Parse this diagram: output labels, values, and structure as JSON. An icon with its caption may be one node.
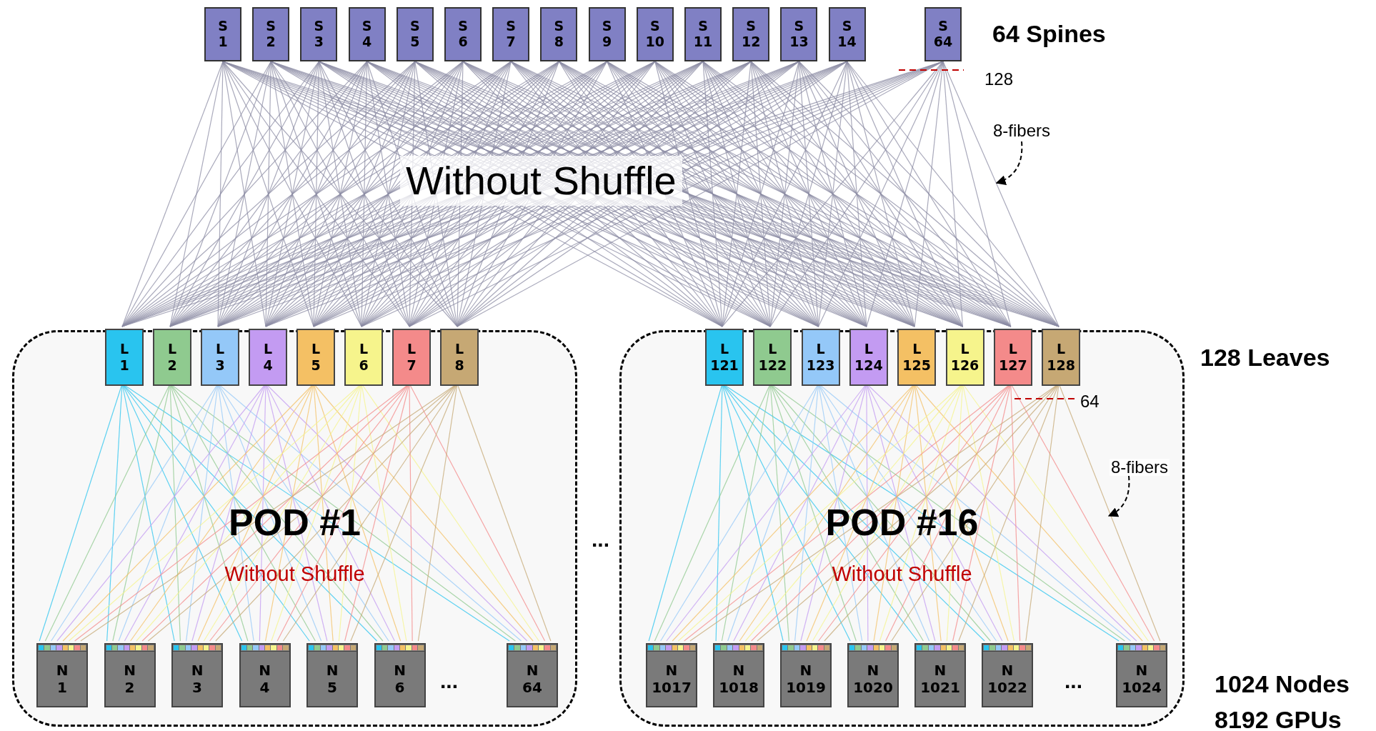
{
  "diagram": {
    "nodes": [
      {
        "text": [
          "S",
          "1"
        ]
      },
      {
        "text": [
          "S",
          "2"
        ]
      },
      {
        "text": [
          "S",
          "3"
        ]
      },
      {
        "text": [
          "S",
          "4"
        ]
      },
      {
        "text": [
          "S",
          "5"
        ]
      },
      {
        "text": [
          "S",
          "6"
        ]
      },
      {
        "text": [
          "S",
          "7"
        ]
      },
      {
        "text": [
          "S",
          "8"
        ]
      },
      {
        "text": [
          "S",
          "9"
        ]
      },
      {
        "text": [
          "S",
          "10"
        ]
      },
      {
        "text": [
          "S",
          "11"
        ]
      },
      {
        "text": [
          "S",
          "12"
        ]
      },
      {
        "text": [
          "S",
          "13"
        ]
      },
      {
        "text": [
          "S",
          "14"
        ]
      },
      {
        "text": [
          "S",
          "64"
        ]
      },
      {
        "text": [
          "POD #1",
          "Without Shuffle"
        ]
      },
      {
        "text": [
          "L",
          "1"
        ],
        "in": 15
      },
      {
        "text": [
          "L",
          "2"
        ],
        "in": 15
      },
      {
        "text": [
          "L",
          "3"
        ],
        "in": 15
      },
      {
        "text": [
          "L",
          "4"
        ],
        "in": 15
      },
      {
        "text": [
          "L",
          "5"
        ],
        "in": 15
      },
      {
        "text": [
          "L",
          "6"
        ],
        "in": 15
      },
      {
        "text": [
          "L",
          "7"
        ],
        "in": 15
      },
      {
        "text": [
          "L",
          "8"
        ],
        "in": 15
      },
      {
        "text": [
          "N",
          "1"
        ],
        "in": 15
      },
      {
        "text": [
          "N",
          "2"
        ],
        "in": 15
      },
      {
        "text": [
          "N",
          "3"
        ],
        "in": 15
      },
      {
        "text": [
          "N",
          "4"
        ],
        "in": 15
      },
      {
        "text": [
          "N",
          "5"
        ],
        "in": 15
      },
      {
        "text": [
          "N",
          "6"
        ],
        "in": 15
      },
      {
        "text": [
          "N",
          "64"
        ],
        "in": 15
      },
      {
        "text": [
          "POD #16",
          "Without Shuffle"
        ]
      },
      {
        "text": [
          "L",
          "121"
        ],
        "in": 31
      },
      {
        "text": [
          "L",
          "122"
        ],
        "in": 31
      },
      {
        "text": [
          "L",
          "123"
        ],
        "in": 31
      },
      {
        "text": [
          "L",
          "124"
        ],
        "in": 31
      },
      {
        "text": [
          "L",
          "125"
        ],
        "in": 31
      },
      {
        "text": [
          "L",
          "126"
        ],
        "in": 31
      },
      {
        "text": [
          "L",
          "127"
        ],
        "in": 31
      },
      {
        "text": [
          "L",
          "128"
        ],
        "in": 31
      },
      {
        "text": [
          "N",
          "1017"
        ],
        "in": 31
      },
      {
        "text": [
          "N",
          "1018"
        ],
        "in": 31
      },
      {
        "text": [
          "N",
          "1019"
        ],
        "in": 31
      },
      {
        "text": [
          "N",
          "1020"
        ],
        "in": 31
      },
      {
        "text": [
          "N",
          "1021"
        ],
        "in": 31
      },
      {
        "text": [
          "N",
          "1022"
        ],
        "in": 31
      },
      {
        "text": [
          "N",
          "1024"
        ],
        "in": 31
      },
      {
        "text": [
          "8-fibers"
        ]
      },
      {
        "text": [
          "8-fibers"
        ],
        "in": 31
      }
    ],
    "edges": [
      {
        "from": 0,
        "to": 16,
        "arrow": "none"
      },
      {
        "from": 0,
        "to": 17,
        "arrow": "none"
      },
      {
        "from": 0,
        "to": 18,
        "arrow": "none"
      },
      {
        "from": 0,
        "to": 19,
        "arrow": "none"
      },
      {
        "from": 0,
        "to": 20,
        "arrow": "none"
      },
      {
        "from": 0,
        "to": 21,
        "arrow": "none"
      },
      {
        "from": 0,
        "to": 22,
        "arrow": "none"
      },
      {
        "from": 0,
        "to": 23,
        "arrow": "none"
      },
      {
        "from": 0,
        "to": 32,
        "arrow": "none"
      },
      {
        "from": 0,
        "to": 33,
        "arrow": "none"
      },
      {
        "from": 0,
        "to": 34,
        "arrow": "none"
      },
      {
        "from": 0,
        "to": 35,
        "arrow": "none"
      },
      {
        "from": 0,
        "to": 36,
        "arrow": "none"
      },
      {
        "from": 0,
        "to": 37,
        "arrow": "none"
      },
      {
        "from": 0,
        "to": 38,
        "arrow": "none"
      },
      {
        "from": 0,
        "to": 39,
        "arrow": "none"
      },
      {
        "from": 1,
        "to": 16,
        "arrow": "none"
      },
      {
        "from": 1,
        "to": 17,
        "arrow": "none"
      },
      {
        "from": 1,
        "to": 18,
        "arrow": "none"
      },
      {
        "from": 1,
        "to": 19,
        "arrow": "none"
      },
      {
        "from": 1,
        "to": 20,
        "arrow": "none"
      },
      {
        "from": 1,
        "to": 21,
        "arrow": "none"
      },
      {
        "from": 1,
        "to": 22,
        "arrow": "none"
      },
      {
        "from": 1,
        "to": 23,
        "arrow": "none"
      },
      {
        "from": 1,
        "to": 32,
        "arrow": "none"
      },
      {
        "from": 1,
        "to": 33,
        "arrow": "none"
      },
      {
        "from": 1,
        "to": 34,
        "arrow": "none"
      },
      {
        "from": 1,
        "to": 35,
        "arrow": "none"
      },
      {
        "from": 1,
        "to": 36,
        "arrow": "none"
      },
      {
        "from": 1,
        "to": 37,
        "arrow": "none"
      },
      {
        "from": 1,
        "to": 38,
        "arrow": "none"
      },
      {
        "from": 1,
        "to": 39,
        "arrow": "none"
      },
      {
        "from": 2,
        "to": 16,
        "arrow": "none"
      },
      {
        "from": 2,
        "to": 17,
        "arrow": "none"
      },
      {
        "from": 2,
        "to": 18,
        "arrow": "none"
      },
      {
        "from": 2,
        "to": 19,
        "arrow": "none"
      },
      {
        "from": 2,
        "to": 20,
        "arrow": "none"
      },
      {
        "from": 2,
        "to": 21,
        "arrow": "none"
      },
      {
        "from": 2,
        "to": 22,
        "arrow": "none"
      },
      {
        "from": 2,
        "to": 23,
        "arrow": "none"
      },
      {
        "from": 2,
        "to": 32,
        "arrow": "none"
      },
      {
        "from": 2,
        "to": 33,
        "arrow": "none"
      },
      {
        "from": 2,
        "to": 34,
        "arrow": "none"
      },
      {
        "from": 2,
        "to": 35,
        "arrow": "none"
      },
      {
        "from": 2,
        "to": 36,
        "arrow": "none"
      },
      {
        "from": 2,
        "to": 37,
        "arrow": "none"
      },
      {
        "from": 2,
        "to": 38,
        "arrow": "none"
      },
      {
        "from": 2,
        "to": 39,
        "arrow": "none"
      },
      {
        "from": 3,
        "to": 16,
        "arrow": "none"
      },
      {
        "from": 3,
        "to": 17,
        "arrow": "none"
      },
      {
        "from": 3,
        "to": 18,
        "arrow": "none"
      },
      {
        "from": 3,
        "to": 19,
        "arrow": "none"
      },
      {
        "from": 3,
        "to": 20,
        "arrow": "none"
      },
      {
        "from": 3,
        "to": 21,
        "arrow": "none"
      },
      {
        "from": 3,
        "to": 22,
        "arrow": "none"
      },
      {
        "from": 3,
        "to": 23,
        "arrow": "none"
      },
      {
        "from": 3,
        "to": 32,
        "arrow": "none"
      },
      {
        "from": 3,
        "to": 33,
        "arrow": "none"
      },
      {
        "from": 3,
        "to": 34,
        "arrow": "none"
      },
      {
        "from": 3,
        "to": 35,
        "arrow": "none"
      },
      {
        "from": 3,
        "to": 36,
        "arrow": "none"
      },
      {
        "from": 3,
        "to": 37,
        "arrow": "none"
      },
      {
        "from": 3,
        "to": 38,
        "arrow": "none"
      },
      {
        "from": 3,
        "to": 39,
        "arrow": "none"
      },
      {
        "from": 4,
        "to": 16,
        "arrow": "none"
      },
      {
        "from": 4,
        "to": 17,
        "arrow": "none"
      },
      {
        "from": 4,
        "to": 18,
        "arrow": "none"
      },
      {
        "from": 4,
        "to": 19,
        "arrow": "none"
      },
      {
        "from": 4,
        "to": 20,
        "arrow": "none"
      },
      {
        "from": 4,
        "to": 21,
        "arrow": "none"
      },
      {
        "from": 4,
        "to": 22,
        "arrow": "none"
      },
      {
        "from": 4,
        "to": 23,
        "arrow": "none"
      },
      {
        "from": 4,
        "to": 32,
        "arrow": "none"
      },
      {
        "from": 4,
        "to": 33,
        "arrow": "none"
      },
      {
        "from": 4,
        "to": 34,
        "arrow": "none"
      },
      {
        "from": 4,
        "to": 35,
        "arrow": "none"
      },
      {
        "from": 4,
        "to": 36,
        "arrow": "none"
      },
      {
        "from": 4,
        "to": 37,
        "arrow": "none"
      },
      {
        "from": 4,
        "to": 38,
        "arrow": "none"
      },
      {
        "from": 4,
        "to": 39,
        "arrow": "none"
      },
      {
        "from": 5,
        "to": 16,
        "arrow": "none"
      },
      {
        "from": 5,
        "to": 17,
        "arrow": "none"
      },
      {
        "from": 5,
        "to": 18,
        "arrow": "none"
      },
      {
        "from": 5,
        "to": 19,
        "arrow": "none"
      },
      {
        "from": 5,
        "to": 20,
        "arrow": "none"
      },
      {
        "from": 5,
        "to": 21,
        "arrow": "none"
      },
      {
        "from": 5,
        "to": 22,
        "arrow": "none"
      },
      {
        "from": 5,
        "to": 23,
        "arrow": "none"
      },
      {
        "from": 5,
        "to": 32,
        "arrow": "none"
      },
      {
        "from": 5,
        "to": 33,
        "arrow": "none"
      },
      {
        "from": 5,
        "to": 34,
        "arrow": "none"
      },
      {
        "from": 5,
        "to": 35,
        "arrow": "none"
      },
      {
        "from": 5,
        "to": 36,
        "arrow": "none"
      },
      {
        "from": 5,
        "to": 37,
        "arrow": "none"
      },
      {
        "from": 5,
        "to": 38,
        "arrow": "none"
      },
      {
        "from": 5,
        "to": 39,
        "arrow": "none"
      },
      {
        "from": 6,
        "to": 16,
        "arrow": "none"
      },
      {
        "from": 6,
        "to": 17,
        "arrow": "none"
      },
      {
        "from": 6,
        "to": 18,
        "arrow": "none"
      },
      {
        "from": 6,
        "to": 19,
        "arrow": "none"
      },
      {
        "from": 6,
        "to": 20,
        "arrow": "none"
      },
      {
        "from": 6,
        "to": 21,
        "arrow": "none"
      },
      {
        "from": 6,
        "to": 22,
        "arrow": "none"
      },
      {
        "from": 6,
        "to": 23,
        "arrow": "none"
      },
      {
        "from": 6,
        "to": 32,
        "arrow": "none"
      },
      {
        "from": 6,
        "to": 33,
        "arrow": "none"
      },
      {
        "from": 6,
        "to": 34,
        "arrow": "none"
      },
      {
        "from": 6,
        "to": 35,
        "arrow": "none"
      },
      {
        "from": 6,
        "to": 36,
        "arrow": "none"
      },
      {
        "from": 6,
        "to": 37,
        "arrow": "none"
      },
      {
        "from": 6,
        "to": 38,
        "arrow": "none"
      },
      {
        "from": 6,
        "to": 39,
        "arrow": "none"
      },
      {
        "from": 7,
        "to": 16,
        "arrow": "none"
      },
      {
        "from": 7,
        "to": 17,
        "arrow": "none"
      },
      {
        "from": 7,
        "to": 18,
        "arrow": "none"
      },
      {
        "from": 7,
        "to": 19,
        "arrow": "none"
      },
      {
        "from": 7,
        "to": 20,
        "arrow": "none"
      },
      {
        "from": 7,
        "to": 21,
        "arrow": "none"
      },
      {
        "from": 7,
        "to": 22,
        "arrow": "none"
      },
      {
        "from": 7,
        "to": 23,
        "arrow": "none"
      },
      {
        "from": 7,
        "to": 32,
        "arrow": "none"
      },
      {
        "from": 7,
        "to": 33,
        "arrow": "none"
      },
      {
        "from": 7,
        "to": 34,
        "arrow": "none"
      },
      {
        "from": 7,
        "to": 35,
        "arrow": "none"
      },
      {
        "from": 7,
        "to": 36,
        "arrow": "none"
      },
      {
        "from": 7,
        "to": 37,
        "arrow": "none"
      },
      {
        "from": 7,
        "to": 38,
        "arrow": "none"
      },
      {
        "from": 7,
        "to": 39,
        "arrow": "none"
      },
      {
        "from": 8,
        "to": 16,
        "arrow": "none"
      },
      {
        "from": 8,
        "to": 17,
        "arrow": "none"
      },
      {
        "from": 8,
        "to": 18,
        "arrow": "none"
      },
      {
        "from": 8,
        "to": 19,
        "arrow": "none"
      },
      {
        "from": 8,
        "to": 20,
        "arrow": "none"
      },
      {
        "from": 8,
        "to": 21,
        "arrow": "none"
      },
      {
        "from": 8,
        "to": 22,
        "arrow": "none"
      },
      {
        "from": 8,
        "to": 23,
        "arrow": "none"
      },
      {
        "from": 8,
        "to": 32,
        "arrow": "none"
      },
      {
        "from": 8,
        "to": 33,
        "arrow": "none"
      },
      {
        "from": 8,
        "to": 34,
        "arrow": "none"
      },
      {
        "from": 8,
        "to": 35,
        "arrow": "none"
      },
      {
        "from": 8,
        "to": 36,
        "arrow": "none"
      },
      {
        "from": 8,
        "to": 37,
        "arrow": "none"
      },
      {
        "from": 8,
        "to": 38,
        "arrow": "none"
      },
      {
        "from": 8,
        "to": 39,
        "arrow": "none"
      },
      {
        "from": 9,
        "to": 16,
        "arrow": "none"
      },
      {
        "from": 9,
        "to": 17,
        "arrow": "none"
      },
      {
        "from": 9,
        "to": 18,
        "arrow": "none"
      },
      {
        "from": 9,
        "to": 19,
        "arrow": "none"
      },
      {
        "from": 9,
        "to": 20,
        "arrow": "none"
      },
      {
        "from": 9,
        "to": 21,
        "arrow": "none"
      },
      {
        "from": 9,
        "to": 22,
        "arrow": "none"
      },
      {
        "from": 9,
        "to": 23,
        "arrow": "none"
      },
      {
        "from": 9,
        "to": 32,
        "arrow": "none"
      },
      {
        "from": 9,
        "to": 33,
        "arrow": "none"
      },
      {
        "from": 9,
        "to": 34,
        "arrow": "none"
      },
      {
        "from": 9,
        "to": 35,
        "arrow": "none"
      },
      {
        "from": 9,
        "to": 36,
        "arrow": "none"
      },
      {
        "from": 9,
        "to": 37,
        "arrow": "none"
      },
      {
        "from": 9,
        "to": 38,
        "arrow": "none"
      },
      {
        "from": 9,
        "to": 39,
        "arrow": "none"
      },
      {
        "from": 10,
        "to": 16,
        "arrow": "none"
      },
      {
        "from": 10,
        "to": 17,
        "arrow": "none"
      },
      {
        "from": 10,
        "to": 18,
        "arrow": "none"
      },
      {
        "from": 10,
        "to": 19,
        "arrow": "none"
      },
      {
        "from": 10,
        "to": 20,
        "arrow": "none"
      },
      {
        "from": 10,
        "to": 21,
        "arrow": "none"
      },
      {
        "from": 10,
        "to": 22,
        "arrow": "none"
      },
      {
        "from": 10,
        "to": 23,
        "arrow": "none"
      },
      {
        "from": 10,
        "to": 32,
        "arrow": "none"
      },
      {
        "from": 10,
        "to": 33,
        "arrow": "none"
      },
      {
        "from": 10,
        "to": 34,
        "arrow": "none"
      },
      {
        "from": 10,
        "to": 35,
        "arrow": "none"
      },
      {
        "from": 10,
        "to": 36,
        "arrow": "none"
      },
      {
        "from": 10,
        "to": 37,
        "arrow": "none"
      },
      {
        "from": 10,
        "to": 38,
        "arrow": "none"
      },
      {
        "from": 10,
        "to": 39,
        "arrow": "none"
      },
      {
        "from": 11,
        "to": 16,
        "arrow": "none"
      },
      {
        "from": 11,
        "to": 17,
        "arrow": "none"
      },
      {
        "from": 11,
        "to": 18,
        "arrow": "none"
      },
      {
        "from": 11,
        "to": 19,
        "arrow": "none"
      },
      {
        "from": 11,
        "to": 20,
        "arrow": "none"
      },
      {
        "from": 11,
        "to": 21,
        "arrow": "none"
      },
      {
        "from": 11,
        "to": 22,
        "arrow": "none"
      },
      {
        "from": 11,
        "to": 23,
        "arrow": "none"
      },
      {
        "from": 11,
        "to": 32,
        "arrow": "none"
      },
      {
        "from": 11,
        "to": 33,
        "arrow": "none"
      },
      {
        "from": 11,
        "to": 34,
        "arrow": "none"
      },
      {
        "from": 11,
        "to": 35,
        "arrow": "none"
      },
      {
        "from": 11,
        "to": 36,
        "arrow": "none"
      },
      {
        "from": 11,
        "to": 37,
        "arrow": "none"
      },
      {
        "from": 11,
        "to": 38,
        "arrow": "none"
      },
      {
        "from": 11,
        "to": 39,
        "arrow": "none"
      },
      {
        "from": 12,
        "to": 16,
        "arrow": "none"
      },
      {
        "from": 12,
        "to": 17,
        "arrow": "none"
      },
      {
        "from": 12,
        "to": 18,
        "arrow": "none"
      },
      {
        "from": 12,
        "to": 19,
        "arrow": "none"
      },
      {
        "from": 12,
        "to": 20,
        "arrow": "none"
      },
      {
        "from": 12,
        "to": 21,
        "arrow": "none"
      },
      {
        "from": 12,
        "to": 22,
        "arrow": "none"
      },
      {
        "from": 12,
        "to": 23,
        "arrow": "none"
      },
      {
        "from": 12,
        "to": 32,
        "arrow": "none"
      },
      {
        "from": 12,
        "to": 33,
        "arrow": "none"
      },
      {
        "from": 12,
        "to": 34,
        "arrow": "none"
      },
      {
        "from": 12,
        "to": 35,
        "arrow": "none"
      },
      {
        "from": 12,
        "to": 36,
        "arrow": "none"
      },
      {
        "from": 12,
        "to": 37,
        "arrow": "none"
      },
      {
        "from": 12,
        "to": 38,
        "arrow": "none"
      },
      {
        "from": 12,
        "to": 39,
        "arrow": "none"
      },
      {
        "from": 13,
        "to": 16,
        "arrow": "none"
      },
      {
        "from": 13,
        "to": 17,
        "arrow": "none"
      },
      {
        "from": 13,
        "to": 18,
        "arrow": "none"
      },
      {
        "from": 13,
        "to": 19,
        "arrow": "none"
      },
      {
        "from": 13,
        "to": 20,
        "arrow": "none"
      },
      {
        "from": 13,
        "to": 21,
        "arrow": "none"
      },
      {
        "from": 13,
        "to": 22,
        "arrow": "none"
      },
      {
        "from": 13,
        "to": 23,
        "arrow": "none"
      },
      {
        "from": 13,
        "to": 32,
        "arrow": "none"
      },
      {
        "from": 13,
        "to": 33,
        "arrow": "none"
      },
      {
        "from": 13,
        "to": 34,
        "arrow": "none"
      },
      {
        "from": 13,
        "to": 35,
        "arrow": "none"
      },
      {
        "from": 13,
        "to": 36,
        "arrow": "none"
      },
      {
        "from": 13,
        "to": 37,
        "arrow": "none"
      },
      {
        "from": 13,
        "to": 38,
        "arrow": "none"
      },
      {
        "from": 13,
        "to": 39,
        "arrow": "none"
      },
      {
        "from": 14,
        "to": 16,
        "arrow": "none"
      },
      {
        "from": 14,
        "to": 17,
        "arrow": "none"
      },
      {
        "from": 14,
        "to": 18,
        "arrow": "none"
      },
      {
        "from": 14,
        "to": 19,
        "arrow": "none"
      },
      {
        "from": 14,
        "to": 20,
        "arrow": "none"
      },
      {
        "from": 14,
        "to": 21,
        "arrow": "none"
      },
      {
        "from": 14,
        "to": 22,
        "arrow": "none"
      },
      {
        "from": 14,
        "to": 23,
        "arrow": "none"
      },
      {
        "from": 14,
        "to": 32,
        "arrow": "none"
      },
      {
        "from": 14,
        "to": 33,
        "arrow": "none"
      },
      {
        "from": 14,
        "to": 34,
        "arrow": "none"
      },
      {
        "from": 14,
        "to": 35,
        "arrow": "none"
      },
      {
        "from": 14,
        "to": 36,
        "arrow": "none"
      },
      {
        "from": 14,
        "to": 37,
        "arrow": "none"
      },
      {
        "from": 14,
        "to": 38,
        "arrow": "none"
      },
      {
        "from": 14,
        "to": 39,
        "arrow": "none"
      },
      {
        "from": 16,
        "to": 24,
        "arrow": "none",
        "color": "#29c4ef"
      },
      {
        "from": 16,
        "to": 25,
        "arrow": "none",
        "color": "#29c4ef"
      },
      {
        "from": 16,
        "to": 26,
        "arrow": "none",
        "color": "#29c4ef"
      },
      {
        "from": 16,
        "to": 27,
        "arrow": "none",
        "color": "#29c4ef"
      },
      {
        "from": 16,
        "to": 28,
        "arrow": "none",
        "color": "#29c4ef"
      },
      {
        "from": 16,
        "to": 29,
        "arrow": "none",
        "color": "#29c4ef"
      },
      {
        "from": 16,
        "to": 30,
        "arrow": "none",
        "color": "#29c4ef"
      },
      {
        "from": 17,
        "to": 24,
        "arrow": "none",
        "color": "#8fca8f"
      },
      {
        "from": 17,
        "to": 25,
        "arrow": "none",
        "color": "#8fca8f"
      },
      {
        "from": 17,
        "to": 26,
        "arrow": "none",
        "color": "#8fca8f"
      },
      {
        "from": 17,
        "to": 27,
        "arrow": "none",
        "color": "#8fca8f"
      },
      {
        "from": 17,
        "to": 28,
        "arrow": "none",
        "color": "#8fca8f"
      },
      {
        "from": 17,
        "to": 29,
        "arrow": "none",
        "color": "#8fca8f"
      },
      {
        "from": 17,
        "to": 30,
        "arrow": "none",
        "color": "#8fca8f"
      },
      {
        "from": 18,
        "to": 24,
        "arrow": "none",
        "color": "#94c8f8"
      },
      {
        "from": 18,
        "to": 25,
        "arrow": "none",
        "color": "#94c8f8"
      },
      {
        "from": 18,
        "to": 26,
        "arrow": "none",
        "color": "#94c8f8"
      },
      {
        "from": 18,
        "to": 27,
        "arrow": "none",
        "color": "#94c8f8"
      },
      {
        "from": 18,
        "to": 28,
        "arrow": "none",
        "color": "#94c8f8"
      },
      {
        "from": 18,
        "to": 29,
        "arrow": "none",
        "color": "#94c8f8"
      },
      {
        "from": 18,
        "to": 30,
        "arrow": "none",
        "color": "#94c8f8"
      },
      {
        "from": 19,
        "to": 24,
        "arrow": "none",
        "color": "#c39bf2"
      },
      {
        "from": 19,
        "to": 25,
        "arrow": "none",
        "color": "#c39bf2"
      },
      {
        "from": 19,
        "to": 26,
        "arrow": "none",
        "color": "#c39bf2"
      },
      {
        "from": 19,
        "to": 27,
        "arrow": "none",
        "color": "#c39bf2"
      },
      {
        "from": 19,
        "to": 28,
        "arrow": "none",
        "color": "#c39bf2"
      },
      {
        "from": 19,
        "to": 29,
        "arrow": "none",
        "color": "#c39bf2"
      },
      {
        "from": 19,
        "to": 30,
        "arrow": "none",
        "color": "#c39bf2"
      },
      {
        "from": 20,
        "to": 24,
        "arrow": "none",
        "color": "#f4c064"
      },
      {
        "from": 20,
        "to": 25,
        "arrow": "none",
        "color": "#f4c064"
      },
      {
        "from": 20,
        "to": 26,
        "arrow": "none",
        "color": "#f4c064"
      },
      {
        "from": 20,
        "to": 27,
        "arrow": "none",
        "color": "#f4c064"
      },
      {
        "from": 20,
        "to": 28,
        "arrow": "none",
        "color": "#f4c064"
      },
      {
        "from": 20,
        "to": 29,
        "arrow": "none",
        "color": "#f4c064"
      },
      {
        "from": 20,
        "to": 30,
        "arrow": "none",
        "color": "#f4c064"
      },
      {
        "from": 21,
        "to": 24,
        "arrow": "none",
        "color": "#f6f48c"
      },
      {
        "from": 21,
        "to": 25,
        "arrow": "none",
        "color": "#f6f48c"
      },
      {
        "from": 21,
        "to": 26,
        "arrow": "none",
        "color": "#f6f48c"
      },
      {
        "from": 21,
        "to": 27,
        "arrow": "none",
        "color": "#f6f48c"
      },
      {
        "from": 21,
        "to": 28,
        "arrow": "none",
        "color": "#f6f48c"
      },
      {
        "from": 21,
        "to": 29,
        "arrow": "none",
        "color": "#f6f48c"
      },
      {
        "from": 21,
        "to": 30,
        "arrow": "none",
        "color": "#f6f48c"
      },
      {
        "from": 22,
        "to": 24,
        "arrow": "none",
        "color": "#f48a8a"
      },
      {
        "from": 22,
        "to": 25,
        "arrow": "none",
        "color": "#f48a8a"
      },
      {
        "from": 22,
        "to": 26,
        "arrow": "none",
        "color": "#f48a8a"
      },
      {
        "from": 22,
        "to": 27,
        "arrow": "none",
        "color": "#f48a8a"
      },
      {
        "from": 22,
        "to": 28,
        "arrow": "none",
        "color": "#f48a8a"
      },
      {
        "from": 22,
        "to": 29,
        "arrow": "none",
        "color": "#f48a8a"
      },
      {
        "from": 22,
        "to": 30,
        "arrow": "none",
        "color": "#f48a8a"
      },
      {
        "from": 23,
        "to": 24,
        "arrow": "none",
        "color": "#c6a874"
      },
      {
        "from": 23,
        "to": 25,
        "arrow": "none",
        "color": "#c6a874"
      },
      {
        "from": 23,
        "to": 26,
        "arrow": "none",
        "color": "#c6a874"
      },
      {
        "from": 23,
        "to": 27,
        "arrow": "none",
        "color": "#c6a874"
      },
      {
        "from": 23,
        "to": 28,
        "arrow": "none",
        "color": "#c6a874"
      },
      {
        "from": 23,
        "to": 29,
        "arrow": "none",
        "color": "#c6a874"
      },
      {
        "from": 23,
        "to": 30,
        "arrow": "none",
        "color": "#c6a874"
      },
      {
        "from": 32,
        "to": 40,
        "arrow": "none",
        "color": "#29c4ef"
      },
      {
        "from": 32,
        "to": 41,
        "arrow": "none",
        "color": "#29c4ef"
      },
      {
        "from": 32,
        "to": 42,
        "arrow": "none",
        "color": "#29c4ef"
      },
      {
        "from": 32,
        "to": 43,
        "arrow": "none",
        "color": "#29c4ef"
      },
      {
        "from": 32,
        "to": 44,
        "arrow": "none",
        "color": "#29c4ef"
      },
      {
        "from": 32,
        "to": 45,
        "arrow": "none",
        "color": "#29c4ef"
      },
      {
        "from": 32,
        "to": 46,
        "arrow": "none",
        "color": "#29c4ef"
      },
      {
        "from": 33,
        "to": 40,
        "arrow": "none",
        "color": "#8fca8f"
      },
      {
        "from": 33,
        "to": 41,
        "arrow": "none",
        "color": "#8fca8f"
      },
      {
        "from": 33,
        "to": 42,
        "arrow": "none",
        "color": "#8fca8f"
      },
      {
        "from": 33,
        "to": 43,
        "arrow": "none",
        "color": "#8fca8f"
      },
      {
        "from": 33,
        "to": 44,
        "arrow": "none",
        "color": "#8fca8f"
      },
      {
        "from": 33,
        "to": 45,
        "arrow": "none",
        "color": "#8fca8f"
      },
      {
        "from": 33,
        "to": 46,
        "arrow": "none",
        "color": "#8fca8f"
      },
      {
        "from": 34,
        "to": 40,
        "arrow": "none",
        "color": "#94c8f8"
      },
      {
        "from": 34,
        "to": 41,
        "arrow": "none",
        "color": "#94c8f8"
      },
      {
        "from": 34,
        "to": 42,
        "arrow": "none",
        "color": "#94c8f8"
      },
      {
        "from": 34,
        "to": 43,
        "arrow": "none",
        "color": "#94c8f8"
      },
      {
        "from": 34,
        "to": 44,
        "arrow": "none",
        "color": "#94c8f8"
      },
      {
        "from": 34,
        "to": 45,
        "arrow": "none",
        "color": "#94c8f8"
      },
      {
        "from": 34,
        "to": 46,
        "arrow": "none",
        "color": "#94c8f8"
      },
      {
        "from": 35,
        "to": 40,
        "arrow": "none",
        "color": "#c39bf2"
      },
      {
        "from": 35,
        "to": 41,
        "arrow": "none",
        "color": "#c39bf2"
      },
      {
        "from": 35,
        "to": 42,
        "arrow": "none",
        "color": "#c39bf2"
      },
      {
        "from": 35,
        "to": 43,
        "arrow": "none",
        "color": "#c39bf2"
      },
      {
        "from": 35,
        "to": 44,
        "arrow": "none",
        "color": "#c39bf2"
      },
      {
        "from": 35,
        "to": 45,
        "arrow": "none",
        "color": "#c39bf2"
      },
      {
        "from": 35,
        "to": 46,
        "arrow": "none",
        "color": "#c39bf2"
      },
      {
        "from": 36,
        "to": 40,
        "arrow": "none",
        "color": "#f4c064"
      },
      {
        "from": 36,
        "to": 41,
        "arrow": "none",
        "color": "#f4c064"
      },
      {
        "from": 36,
        "to": 42,
        "arrow": "none",
        "color": "#f4c064"
      },
      {
        "from": 36,
        "to": 43,
        "arrow": "none",
        "color": "#f4c064"
      },
      {
        "from": 36,
        "to": 44,
        "arrow": "none",
        "color": "#f4c064"
      },
      {
        "from": 36,
        "to": 45,
        "arrow": "none",
        "color": "#f4c064"
      },
      {
        "from": 36,
        "to": 46,
        "arrow": "none",
        "color": "#f4c064"
      },
      {
        "from": 37,
        "to": 40,
        "arrow": "none",
        "color": "#f6f48c"
      },
      {
        "from": 37,
        "to": 41,
        "arrow": "none",
        "color": "#f6f48c"
      },
      {
        "from": 37,
        "to": 42,
        "arrow": "none",
        "color": "#f6f48c"
      },
      {
        "from": 37,
        "to": 43,
        "arrow": "none",
        "color": "#f6f48c"
      },
      {
        "from": 37,
        "to": 44,
        "arrow": "none",
        "color": "#f6f48c"
      },
      {
        "from": 37,
        "to": 45,
        "arrow": "none",
        "color": "#f6f48c"
      },
      {
        "from": 37,
        "to": 46,
        "arrow": "none",
        "color": "#f6f48c"
      },
      {
        "from": 38,
        "to": 40,
        "arrow": "none",
        "color": "#f48a8a"
      },
      {
        "from": 38,
        "to": 41,
        "arrow": "none",
        "color": "#f48a8a"
      },
      {
        "from": 38,
        "to": 42,
        "arrow": "none",
        "color": "#f48a8a"
      },
      {
        "from": 38,
        "to": 43,
        "arrow": "none",
        "color": "#f48a8a"
      },
      {
        "from": 38,
        "to": 44,
        "arrow": "none",
        "color": "#f48a8a"
      },
      {
        "from": 38,
        "to": 45,
        "arrow": "none",
        "color": "#f48a8a"
      },
      {
        "from": 38,
        "to": 46,
        "arrow": "none",
        "color": "#f48a8a"
      },
      {
        "from": 39,
        "to": 40,
        "arrow": "none",
        "color": "#c6a874"
      },
      {
        "from": 39,
        "to": 41,
        "arrow": "none",
        "color": "#c6a874"
      },
      {
        "from": 39,
        "to": 42,
        "arrow": "none",
        "color": "#c6a874"
      },
      {
        "from": 39,
        "to": 43,
        "arrow": "none",
        "color": "#c6a874"
      },
      {
        "from": 39,
        "to": 44,
        "arrow": "none",
        "color": "#c6a874"
      },
      {
        "from": 39,
        "to": 45,
        "arrow": "none",
        "color": "#c6a874"
      },
      {
        "from": 39,
        "to": 46,
        "arrow": "none",
        "color": "#c6a874"
      },
      {
        "from": 47,
        "to": null,
        "arrow": "to",
        "style": "dashed",
        "color": "#000000"
      },
      {
        "from": 48,
        "to": null,
        "arrow": "to",
        "style": "dashed",
        "color": "#000000"
      }
    ],
    "labels": [
      "64 Spines",
      "128",
      "Without Shuffle",
      "128 Leaves",
      "64",
      "...",
      "...",
      "...",
      "1024 Nodes",
      "8192 GPUs"
    ]
  }
}
